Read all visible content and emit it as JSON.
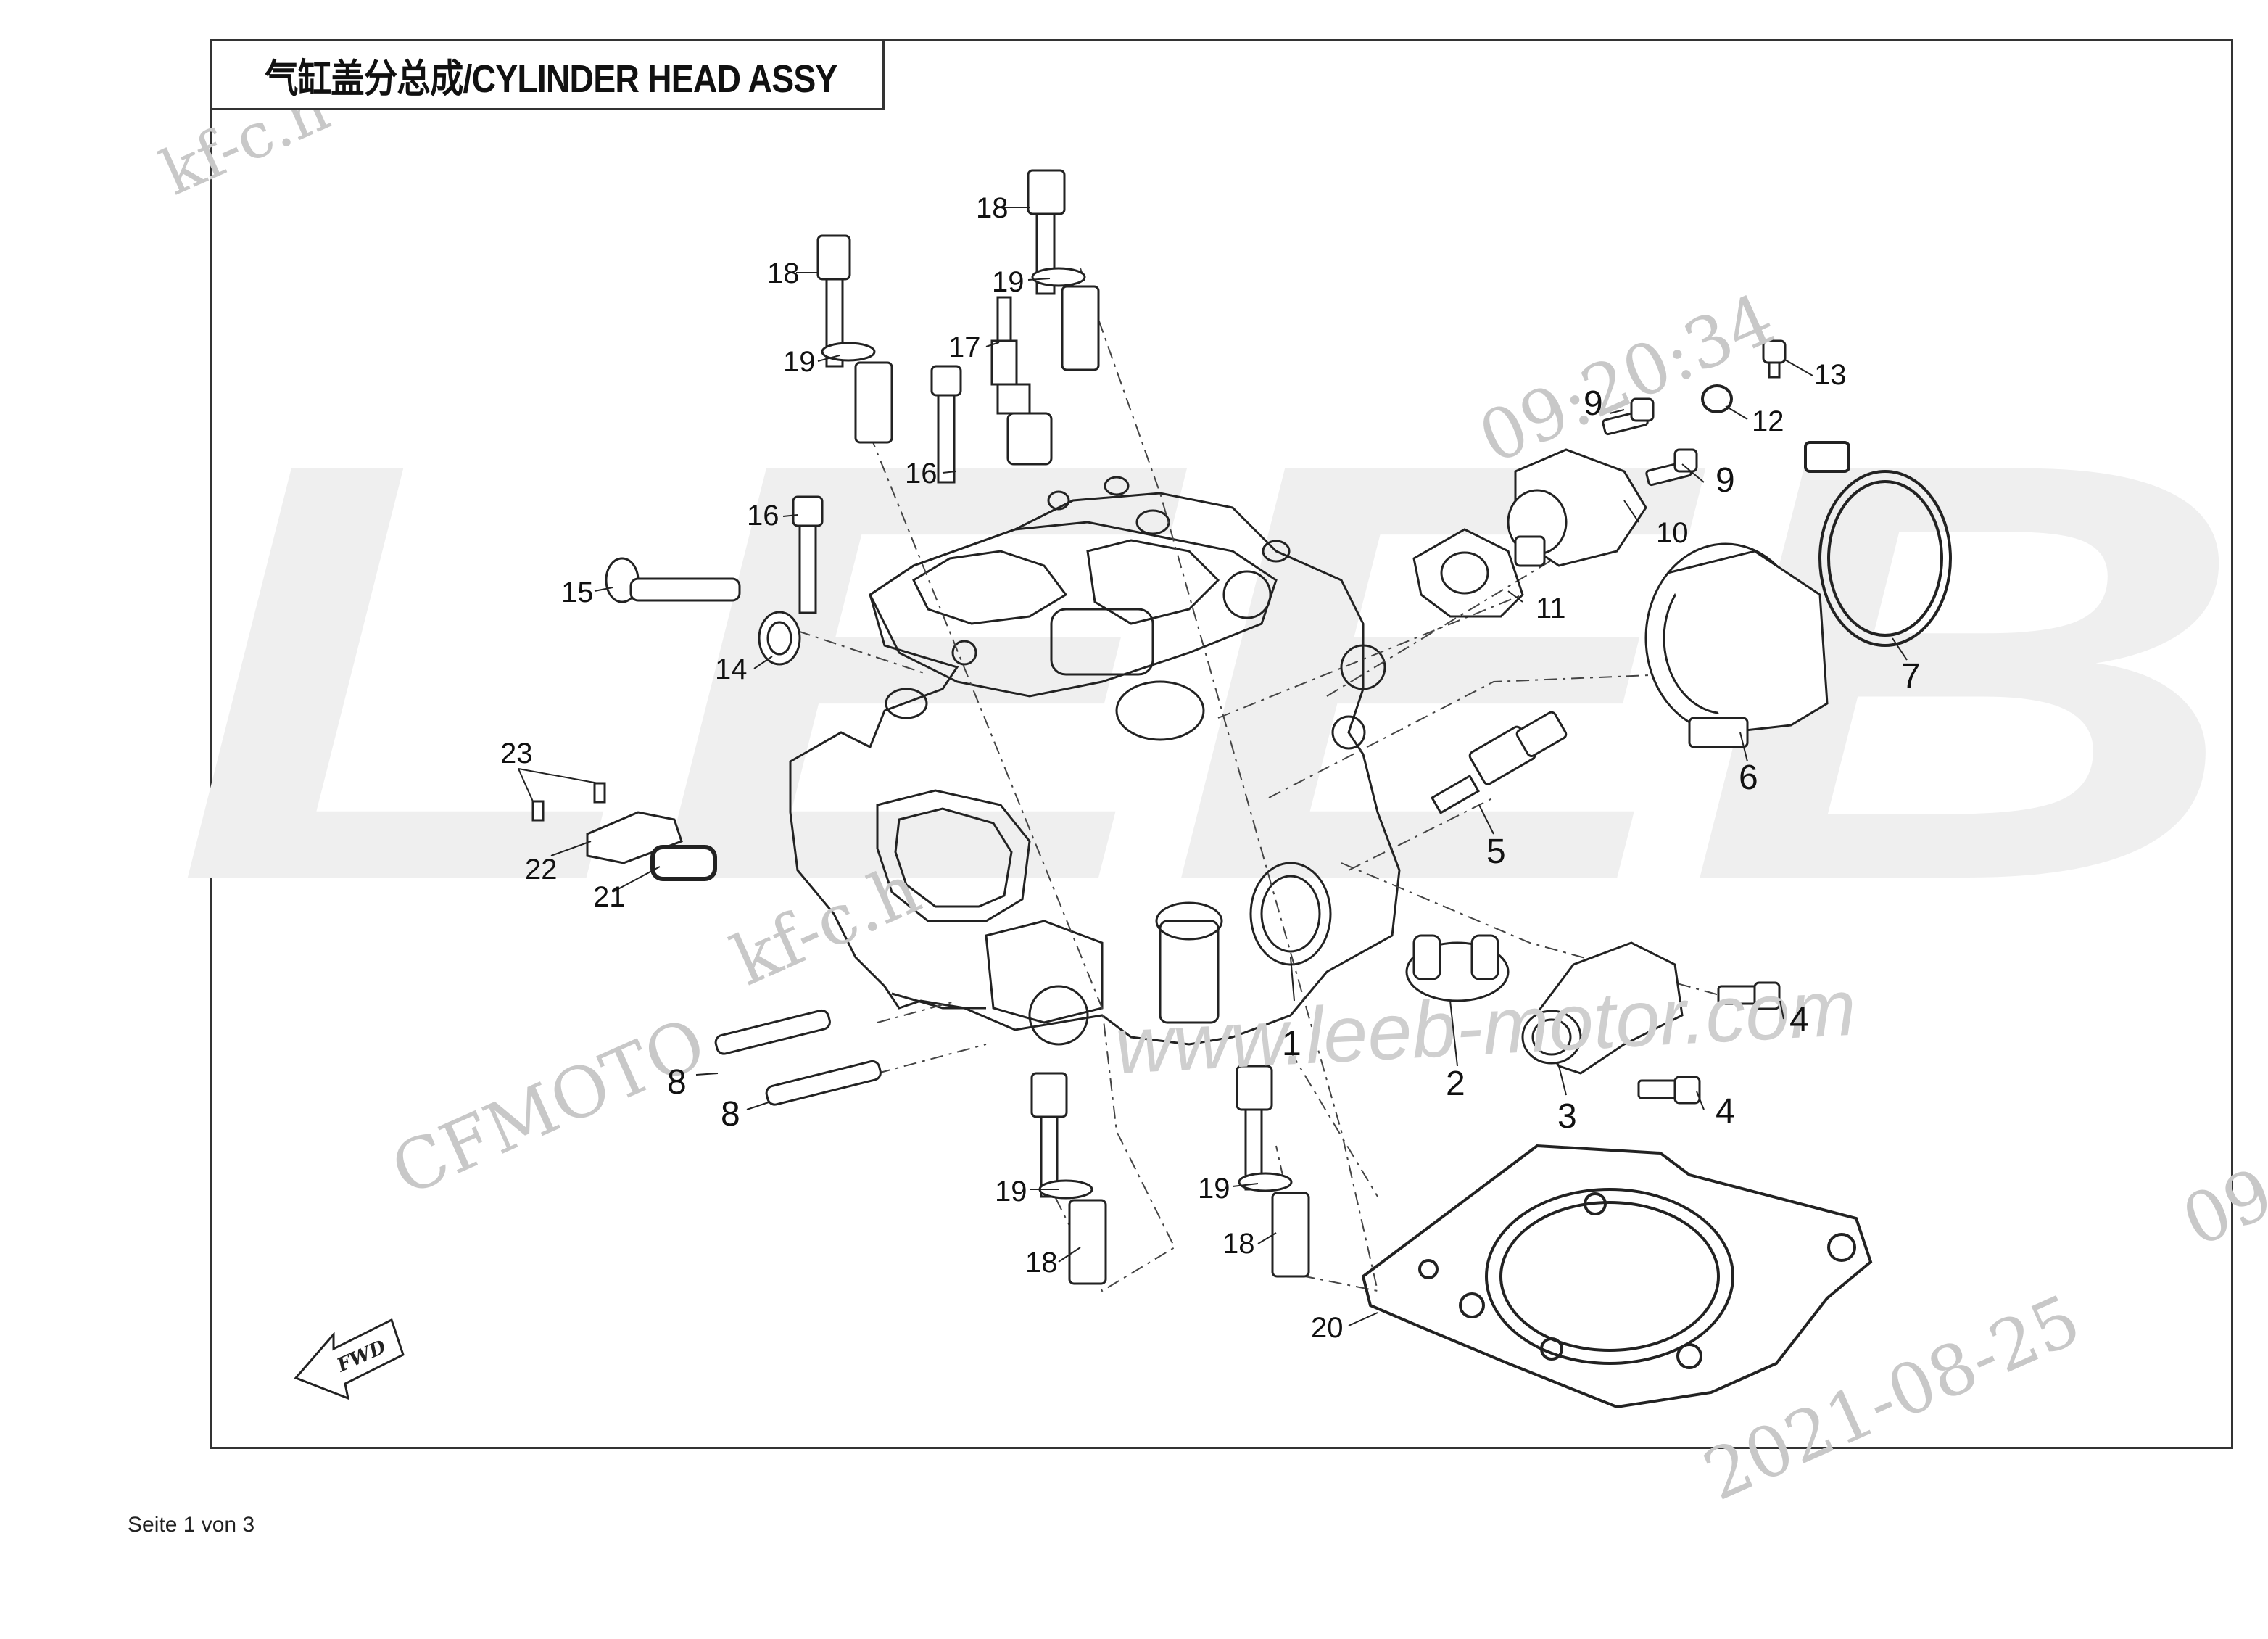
{
  "title": "气缸盖分总成/CYLINDER HEAD ASSY",
  "footer": "Seite 1 von 3",
  "watermarks": {
    "brand_big": "LEEB",
    "url": "www.leeb-motor.com",
    "cfmoto": "CFMOTO",
    "code1": "kf-c.h",
    "code2": "kf-c.h",
    "time": "09:20:34",
    "date": "2021-08-25",
    "partial": "09"
  },
  "fwd_label": "FWD",
  "callouts": [
    {
      "label": "1"
    },
    {
      "label": "2"
    },
    {
      "label": "3"
    },
    {
      "label": "4"
    },
    {
      "label": "4"
    },
    {
      "label": "5"
    },
    {
      "label": "6"
    },
    {
      "label": "7"
    },
    {
      "label": "8"
    },
    {
      "label": "8"
    },
    {
      "label": "9"
    },
    {
      "label": "9"
    },
    {
      "label": "10"
    },
    {
      "label": "11"
    },
    {
      "label": "12"
    },
    {
      "label": "13"
    },
    {
      "label": "14"
    },
    {
      "label": "15"
    },
    {
      "label": "16"
    },
    {
      "label": "16"
    },
    {
      "label": "17"
    },
    {
      "label": "18"
    },
    {
      "label": "18"
    },
    {
      "label": "18"
    },
    {
      "label": "18"
    },
    {
      "label": "19"
    },
    {
      "label": "19"
    },
    {
      "label": "19"
    },
    {
      "label": "19"
    },
    {
      "label": "20"
    },
    {
      "label": "21"
    },
    {
      "label": "22"
    },
    {
      "label": "23"
    }
  ]
}
